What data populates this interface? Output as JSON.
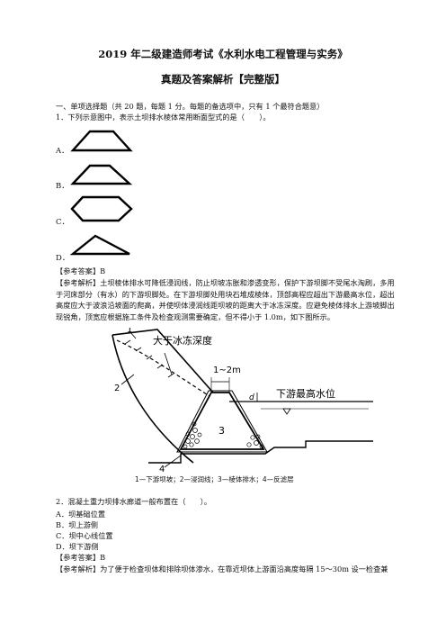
{
  "doc": {
    "title": "2019 年二级建造师考试《水利水电工程管理与实务》",
    "subtitle": "真题及答案解析【完整版】",
    "section": "一、单项选择题（共 20 题，每题 1 分。每题的备选项中，只有 1 个最符合题意）",
    "q1": {
      "stem": "1．下列示意图中，表示土坝排水棱体常用断面型式的是（　　）。",
      "options": [
        "A．",
        "B．",
        "C．",
        "D．"
      ],
      "answer": "【参考答案】B",
      "analysis": "【参考解析】土坝棱体排水可降低浸润线，防止坝坡冻胀和渗透变形，保护下游坝脚不受尾水淘刷，多用于河床部分（有水）的下游坝脚处。在下游坝脚处用块石堆成棱体，顶部高程应超出下游最高水位，超出高度应大于波浪沿坡面的爬高，并使坝体浸润线距坝坡的距离大于冰冻深度。应避免棱体排水上游坡脚出现锐角，顶宽应根据施工条件及检查观测需要确定，但不得小于 1.0m，如下图所示。"
    },
    "figure": {
      "label_frost": "大于冰冻深度",
      "label_width": "1~2m",
      "label_water": "下游最高水位",
      "label_d": "d",
      "num1": "1",
      "num2": "2",
      "num3": "3",
      "num4": "4",
      "caption": "1—下游坝坡；2—浸润线；3—棱体排水；4—反滤层"
    },
    "q2": {
      "stem": "2．混凝土重力坝排水廊道一般布置在（　　）。",
      "options": [
        "A．坝基础位置",
        "B．坝上游侧",
        "C．坝中心线位置",
        "D．坝下游侧"
      ],
      "answer": "【参考答案】B",
      "analysis": "【参考解析】为了便于检查坝体和排除坝体渗水，在靠近坝体上游面沿高度每隔 15～30m 设一检查兼"
    }
  }
}
